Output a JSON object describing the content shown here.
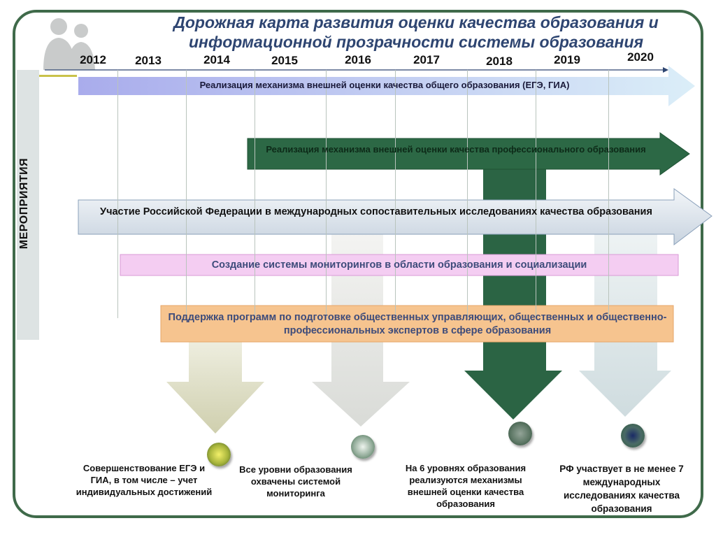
{
  "title": {
    "line1": "Дорожная карта развития оценки качества образования и",
    "line2": "информационной прозрачности системы образования"
  },
  "years": [
    "2012",
    "2013",
    "2014",
    "2015",
    "2016",
    "2017",
    "2018",
    "2019",
    "2020"
  ],
  "side_label": "МЕРОПРИЯТИЯ",
  "activities": [
    {
      "text": "Реализация механизма внешней оценки качества общего  образования  (ЕГЭ, ГИА)",
      "color": "#b6b8e8"
    },
    {
      "text": "Реализация механизма внешней оценки качества профессионального образования",
      "color": "#2c6845"
    },
    {
      "text": "Участие Российской Федерации в международных сопоставительных исследованиях качества образования",
      "color": "#cfd8e4"
    },
    {
      "text": "Создание системы мониторингов в области образования и социализации",
      "color": "#f4cdf2"
    },
    {
      "text": "Поддержка программ по подготовке общественных управляющих, общественных и общественно-профессиональных экспертов в сфере образования",
      "color": "#f6c48f"
    }
  ],
  "outcomes": [
    {
      "text": "Совершенствование ЕГЭ и ГИА, в том числе – учет индивидуальных достижений"
    },
    {
      "text": "Все уровни образования охвачены системой мониторинга"
    },
    {
      "text": "На 6 уровнях образования реализуются механизмы внешней оценки качества образования"
    },
    {
      "text": "РФ участвует в не менее 7 международных исследованиях качества образования"
    }
  ],
  "colors": {
    "frame": "#3f6a4a",
    "title": "#2e4571",
    "arrow_olive": "#dcdcc2",
    "arrow_grey": "#e6e8e6",
    "arrow_dark_green": "#2b6444",
    "arrow_light_blue": "#dde7ea"
  }
}
